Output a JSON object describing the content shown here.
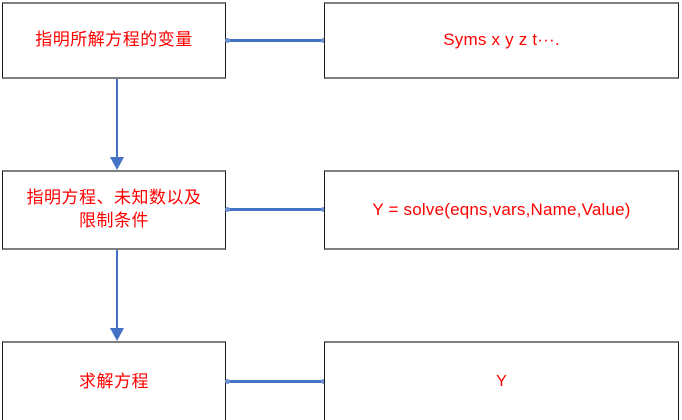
{
  "diagram": {
    "title": "MATLAB symbolic equation solving flowchart",
    "colors": {
      "text_red": "#ff0000",
      "connector_blue": "#4472c4",
      "box_border": "#1a1a1a",
      "box_shadow_edge": "#7f7f7f",
      "background": "#ffffff"
    },
    "rows": [
      {
        "step_label": "指明所解方程的变量",
        "code_label": "Syms x y z t···."
      },
      {
        "step_label": "指明方程、未知数以及\n限制条件",
        "code_label": "Y = solve(eqns,vars,Name,Value)"
      },
      {
        "step_label": "求解方程",
        "code_label": "Y"
      }
    ],
    "connectors": {
      "horizontal_count": 3,
      "vertical_arrow_count": 2,
      "vertical_arrow_direction": "down"
    }
  }
}
